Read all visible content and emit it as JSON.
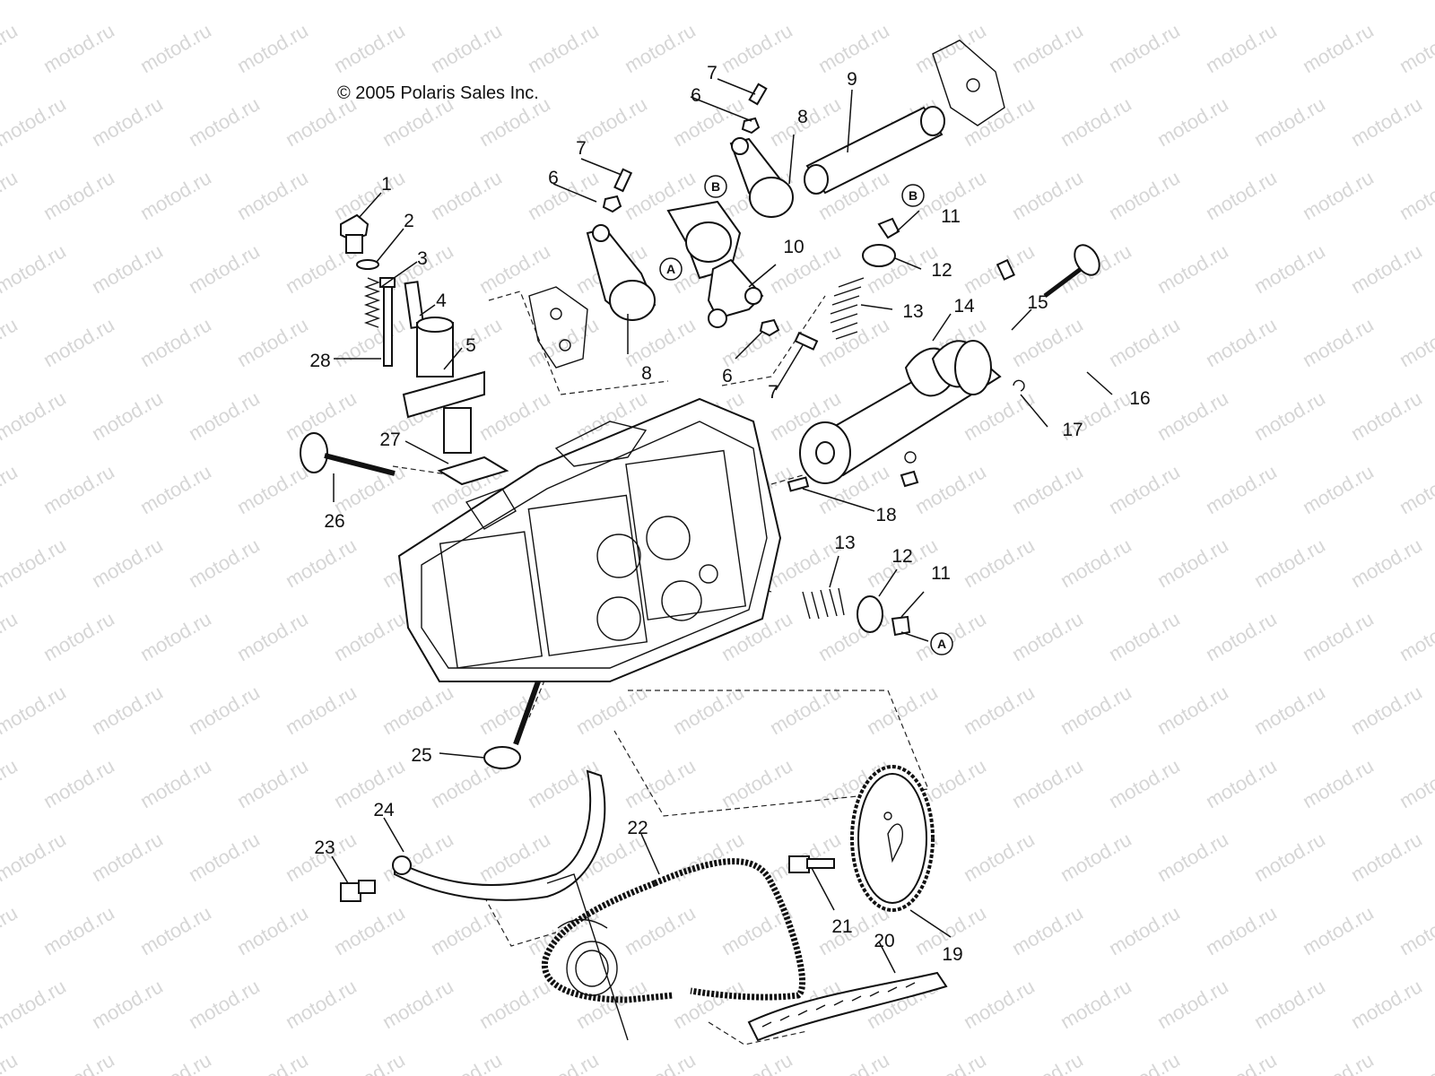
{
  "copyright": "© 2005 Polaris Sales Inc.",
  "watermark": "motod.ru",
  "callouts": [
    "1",
    "2",
    "3",
    "4",
    "5",
    "6",
    "7",
    "8",
    "9",
    "10",
    "11",
    "12",
    "13",
    "14",
    "15",
    "16",
    "17",
    "18",
    "19",
    "20",
    "21",
    "22",
    "23",
    "24",
    "25",
    "26",
    "27",
    "28",
    "6",
    "7",
    "8",
    "11",
    "12",
    "13",
    "6",
    "7"
  ],
  "reference_markers": [
    "A",
    "B",
    "A",
    "B"
  ]
}
